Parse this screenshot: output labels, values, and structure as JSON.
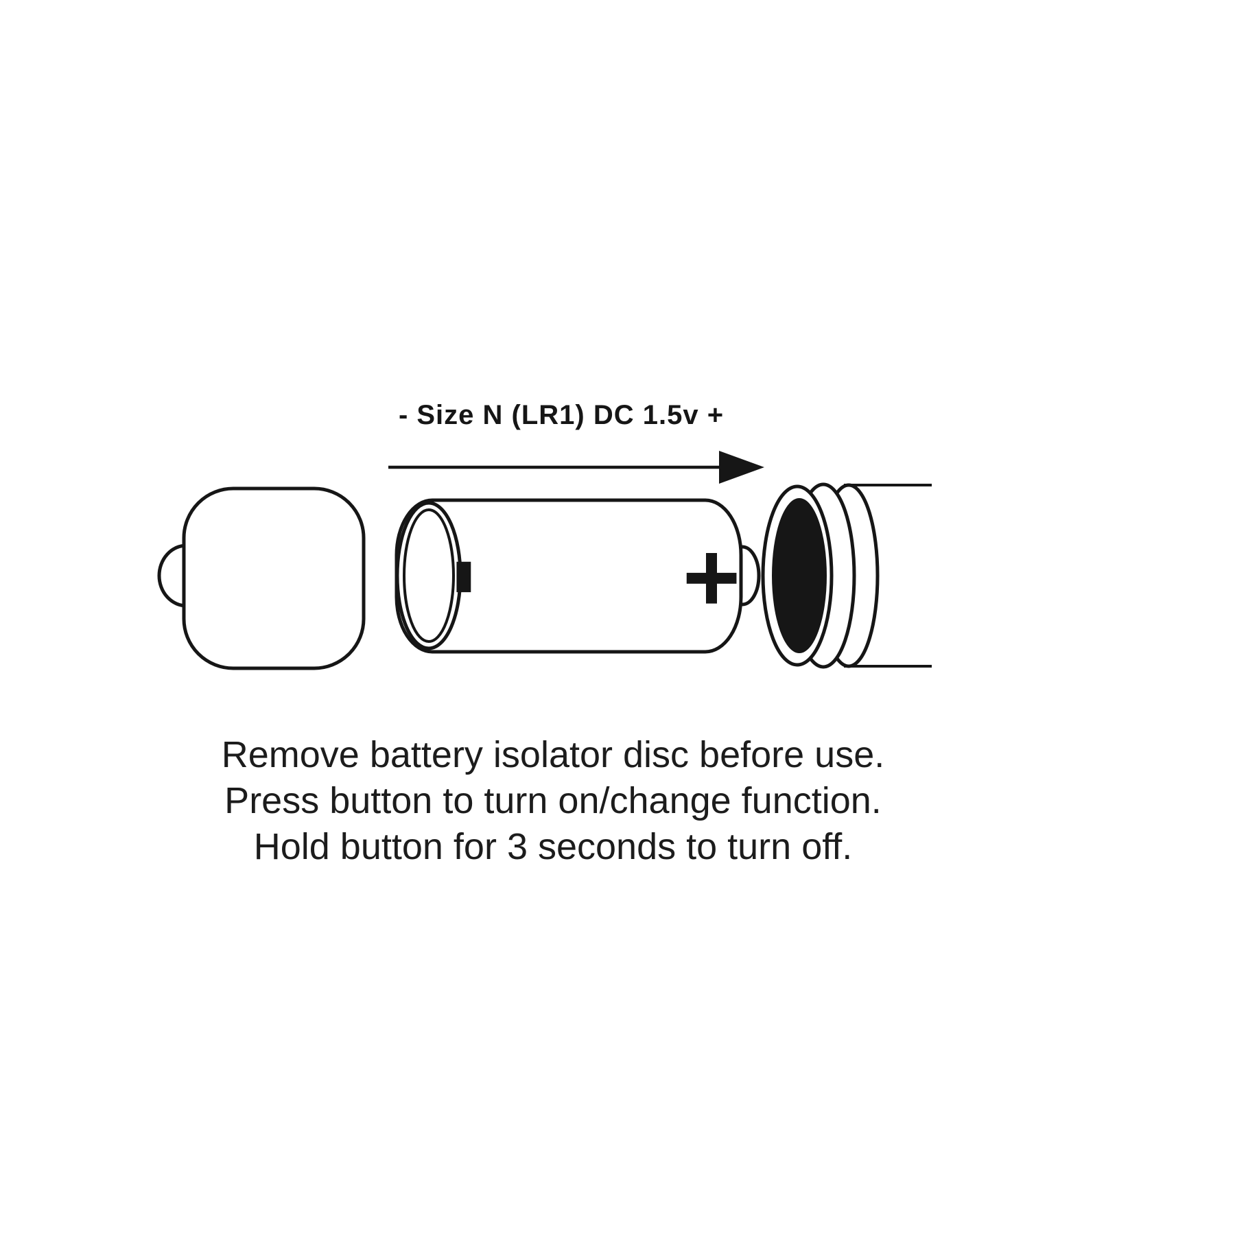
{
  "diagram": {
    "size_label": "- Size N (LR1) DC 1.5v +",
    "polarity_negative": "-",
    "polarity_positive": "+",
    "line_color": "#161616",
    "background_color": "#ffffff",
    "parts": {
      "cap": "cap-with-button",
      "battery": "size-n-battery",
      "disc": "battery-isolator-disc"
    }
  },
  "instructions": {
    "line1": "Remove battery isolator disc before use.",
    "line2": "Press button to turn on/change function.",
    "line3": "Hold button for 3 seconds to turn off."
  }
}
